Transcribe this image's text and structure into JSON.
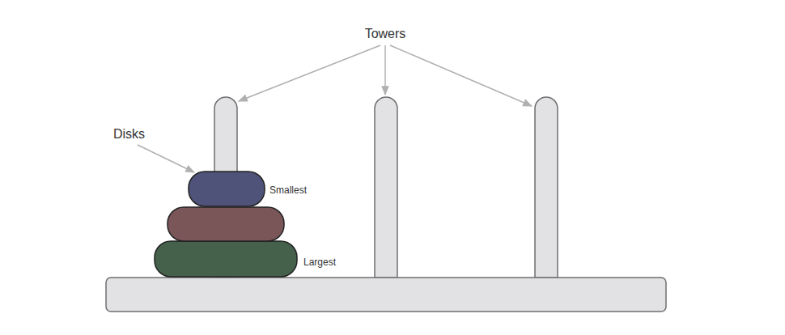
{
  "diagram": {
    "labels": [
      "Towers",
      "Disks",
      "Smallest",
      "Largest"
    ]
  }
}
